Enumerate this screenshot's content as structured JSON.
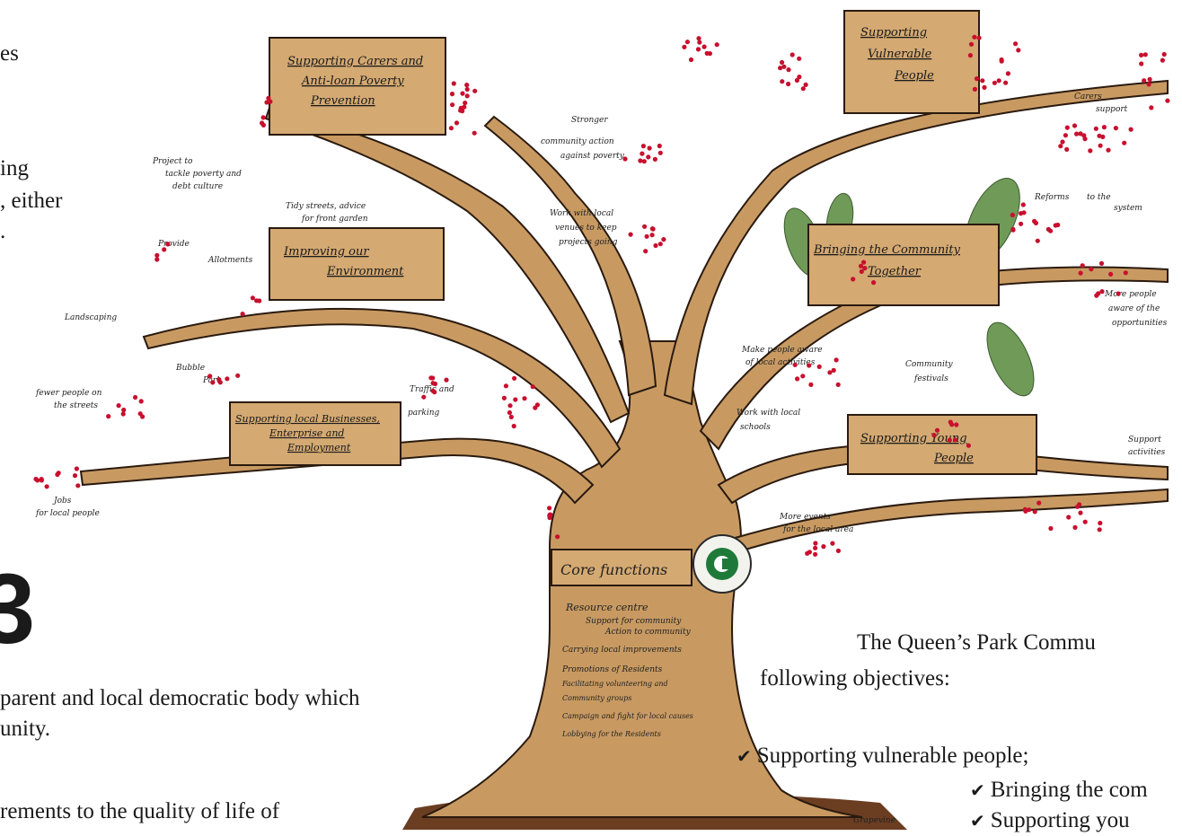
{
  "left_text": {
    "line1": "es",
    "line2": "ing",
    "line3": ", either",
    "line4": ".",
    "big_char": "3",
    "para1_line1": "parent and local democratic body which",
    "para1_line2": "unity.",
    "para2_line1": "rements to the quality of life of"
  },
  "right_text": {
    "intro_line1": "The Queen’s Park Commu",
    "intro_line2": "following objectives:",
    "objective1": "Supporting vulnerable people;",
    "objective2": "Bringing the com",
    "objective3": "Supporting you"
  },
  "tree": {
    "box_tl": [
      "Supporting Carers and",
      "Anti-loan Poverty",
      "Prevention"
    ],
    "box_tr": [
      "Supporting",
      "Vulnerable",
      "People"
    ],
    "box_ml": [
      "Improving our",
      "Environment"
    ],
    "box_mr": [
      "Bringing the Community",
      "Together"
    ],
    "box_bl": [
      "Supporting local Businesses,",
      "Enterprise and",
      "Employment"
    ],
    "box_br": [
      "Supporting Young",
      "People"
    ],
    "core_title": "Core functions",
    "core_items": [
      "Resource centre",
      "Support for community",
      "Action to community",
      "Carrying local improvements",
      "Promotions of Residents",
      "Facilitating volunteering and",
      "Community groups",
      "Campaign and fight for local causes",
      "Lobbying for the Residents"
    ],
    "notes": {
      "project": [
        "Project to",
        "tackle poverty and",
        "debt culture"
      ],
      "provide": [
        "Provide",
        "Allotments"
      ],
      "tidy": [
        "Tidy streets, advice",
        "for front garden"
      ],
      "landscaping": "Landscaping",
      "bubble": [
        "Bubble",
        "Park"
      ],
      "stronger": [
        "Stronger",
        "community action",
        "against poverty"
      ],
      "work_loan": [
        "Work with local",
        "venues to keep",
        "projects going"
      ],
      "traffic": [
        "Traffic and",
        "parking"
      ],
      "schools": [
        "Work with local",
        "schools"
      ],
      "more_events": [
        "More events",
        "for the local area"
      ],
      "make_people": [
        "Make people aware",
        "of local activities"
      ],
      "community_festivals": [
        "Community",
        "festivals"
      ],
      "bottom_left": [
        "Jobs",
        "for local people"
      ],
      "fewer": [
        "fewer people on",
        "the streets"
      ],
      "people_aware": [
        "More people",
        "aware of the",
        "opportunities"
      ],
      "ref_right": [
        "Reforms",
        "to the",
        "system"
      ],
      "support_young": [
        "Support",
        "activities"
      ],
      "carers": [
        "Carers",
        "support"
      ],
      "caption": "Grapevine"
    }
  },
  "colors": {
    "trunk": "#c89a62",
    "trunk_dark": "#8a5a2b",
    "outline": "#2a1a0e",
    "leaf": "#6f9a58",
    "dot": "#c8102e",
    "ground": "#6b3e22"
  }
}
